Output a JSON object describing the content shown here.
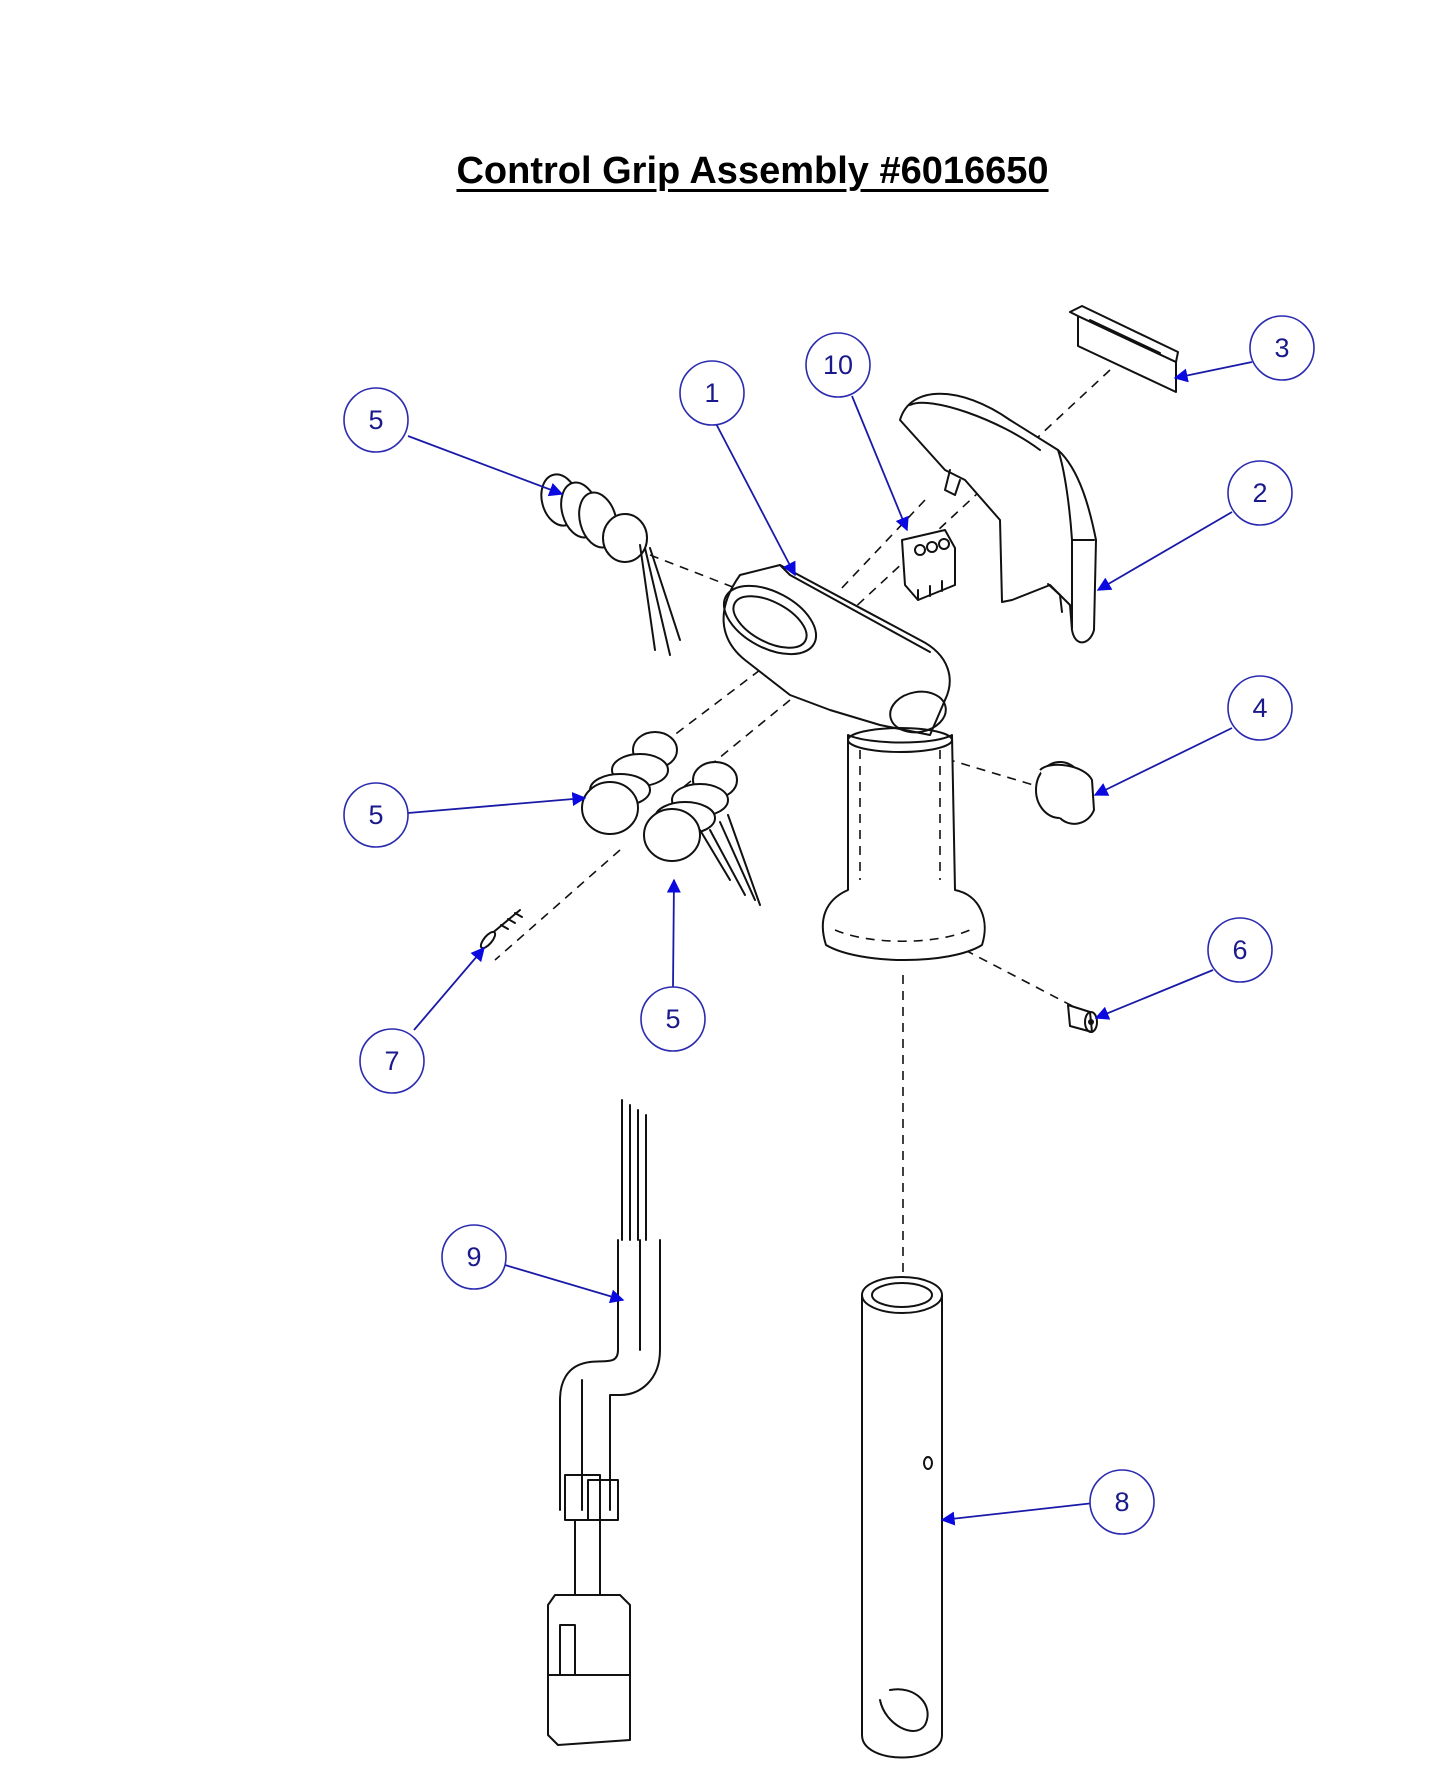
{
  "title": "Control Grip Assembly #6016650",
  "callouts": [
    {
      "id": "c1",
      "label": "1"
    },
    {
      "id": "c2",
      "label": "2"
    },
    {
      "id": "c3",
      "label": "3"
    },
    {
      "id": "c4",
      "label": "4"
    },
    {
      "id": "c5a",
      "label": "5"
    },
    {
      "id": "c5b",
      "label": "5"
    },
    {
      "id": "c5c",
      "label": "5"
    },
    {
      "id": "c6",
      "label": "6"
    },
    {
      "id": "c7",
      "label": "7"
    },
    {
      "id": "c8",
      "label": "8"
    },
    {
      "id": "c9",
      "label": "9"
    },
    {
      "id": "c10",
      "label": "10"
    }
  ],
  "colors": {
    "callout": "#1a1a8c",
    "arrow": "#0a0ae0",
    "line": "#111111"
  }
}
